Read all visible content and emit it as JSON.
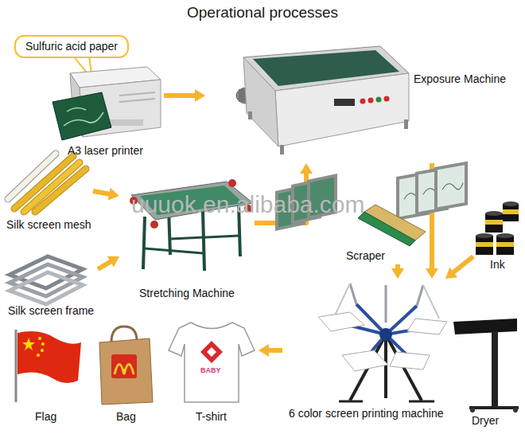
{
  "diagram": {
    "title": "Operational processes",
    "nodes": [
      {
        "text": [
          "Sulfuric acid paper"
        ]
      },
      {
        "text": [
          "A3 laser printer"
        ]
      },
      {
        "text": [
          "Exposure Machine"
        ]
      },
      {
        "text": [
          "Silk screen mesh"
        ]
      },
      {
        "text": [
          "Stretching Machine"
        ]
      },
      {
        "text": [
          "Silk screen frame"
        ]
      },
      {
        "text": [
          "Scraper"
        ]
      },
      {
        "text": [
          "Ink"
        ]
      },
      {
        "text": [
          "6 color screen printing machine"
        ]
      },
      {
        "text": [
          "Dryer"
        ]
      },
      {
        "text": [
          "Flag"
        ]
      },
      {
        "text": [
          "Bag"
        ]
      },
      {
        "text": [
          "T-shirt"
        ]
      }
    ],
    "edges": [
      {
        "from": 1,
        "to": 2,
        "arrow": "to"
      },
      {
        "from": 3,
        "to": 4,
        "arrow": "to"
      },
      {
        "from": 5,
        "to": 4,
        "arrow": "to"
      },
      {
        "from": 4,
        "to": 2,
        "arrow": "to"
      },
      {
        "from": 2,
        "to": 8,
        "arrow": "to"
      },
      {
        "from": 6,
        "to": 8,
        "arrow": "to"
      },
      {
        "from": 7,
        "to": 8,
        "arrow": "to"
      },
      {
        "from": 8,
        "to": 12,
        "arrow": "to"
      }
    ],
    "labels": [
      "uuuok.en.alibaba.com",
      "BABY"
    ]
  }
}
